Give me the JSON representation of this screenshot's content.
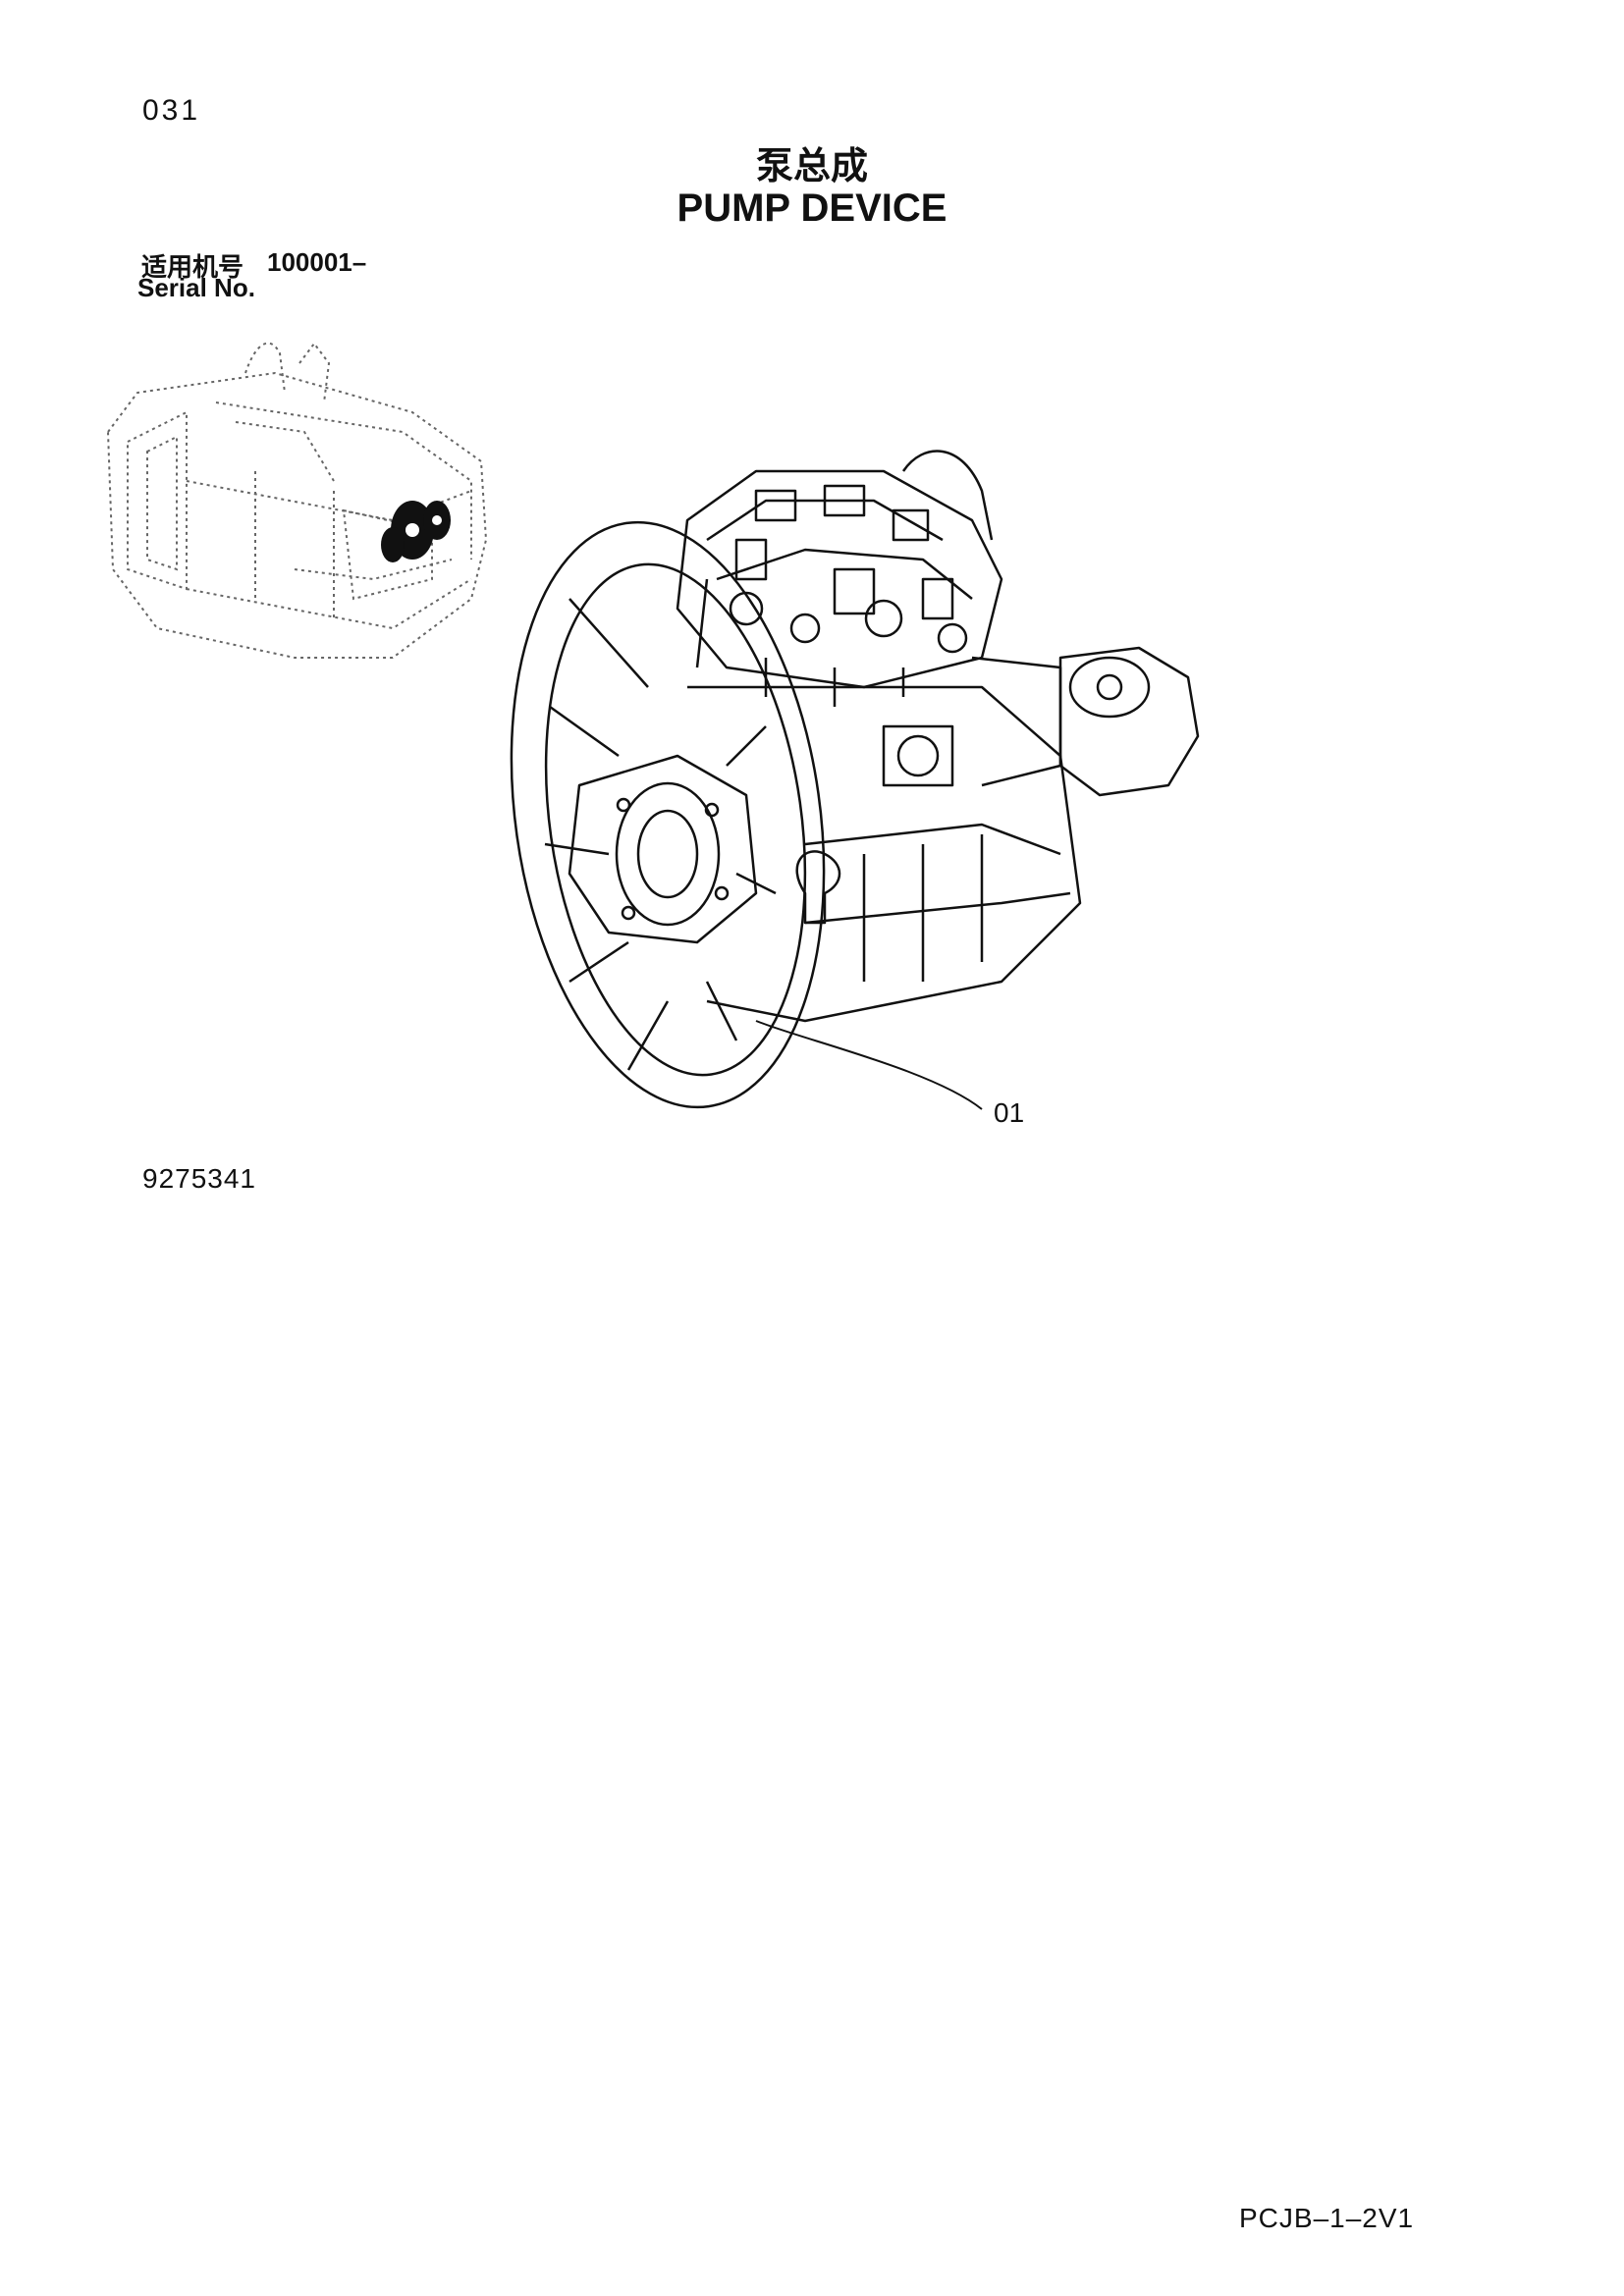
{
  "page_number": "031",
  "title": {
    "chinese": "泵总成",
    "english": "PUMP DEVICE"
  },
  "serial": {
    "chinese_label": "适用机号",
    "value": "100001–",
    "english_label": "Serial No."
  },
  "callout": {
    "label": "01"
  },
  "drawing_number": "9275341",
  "footer_code": "PCJB–1–2V1"
}
